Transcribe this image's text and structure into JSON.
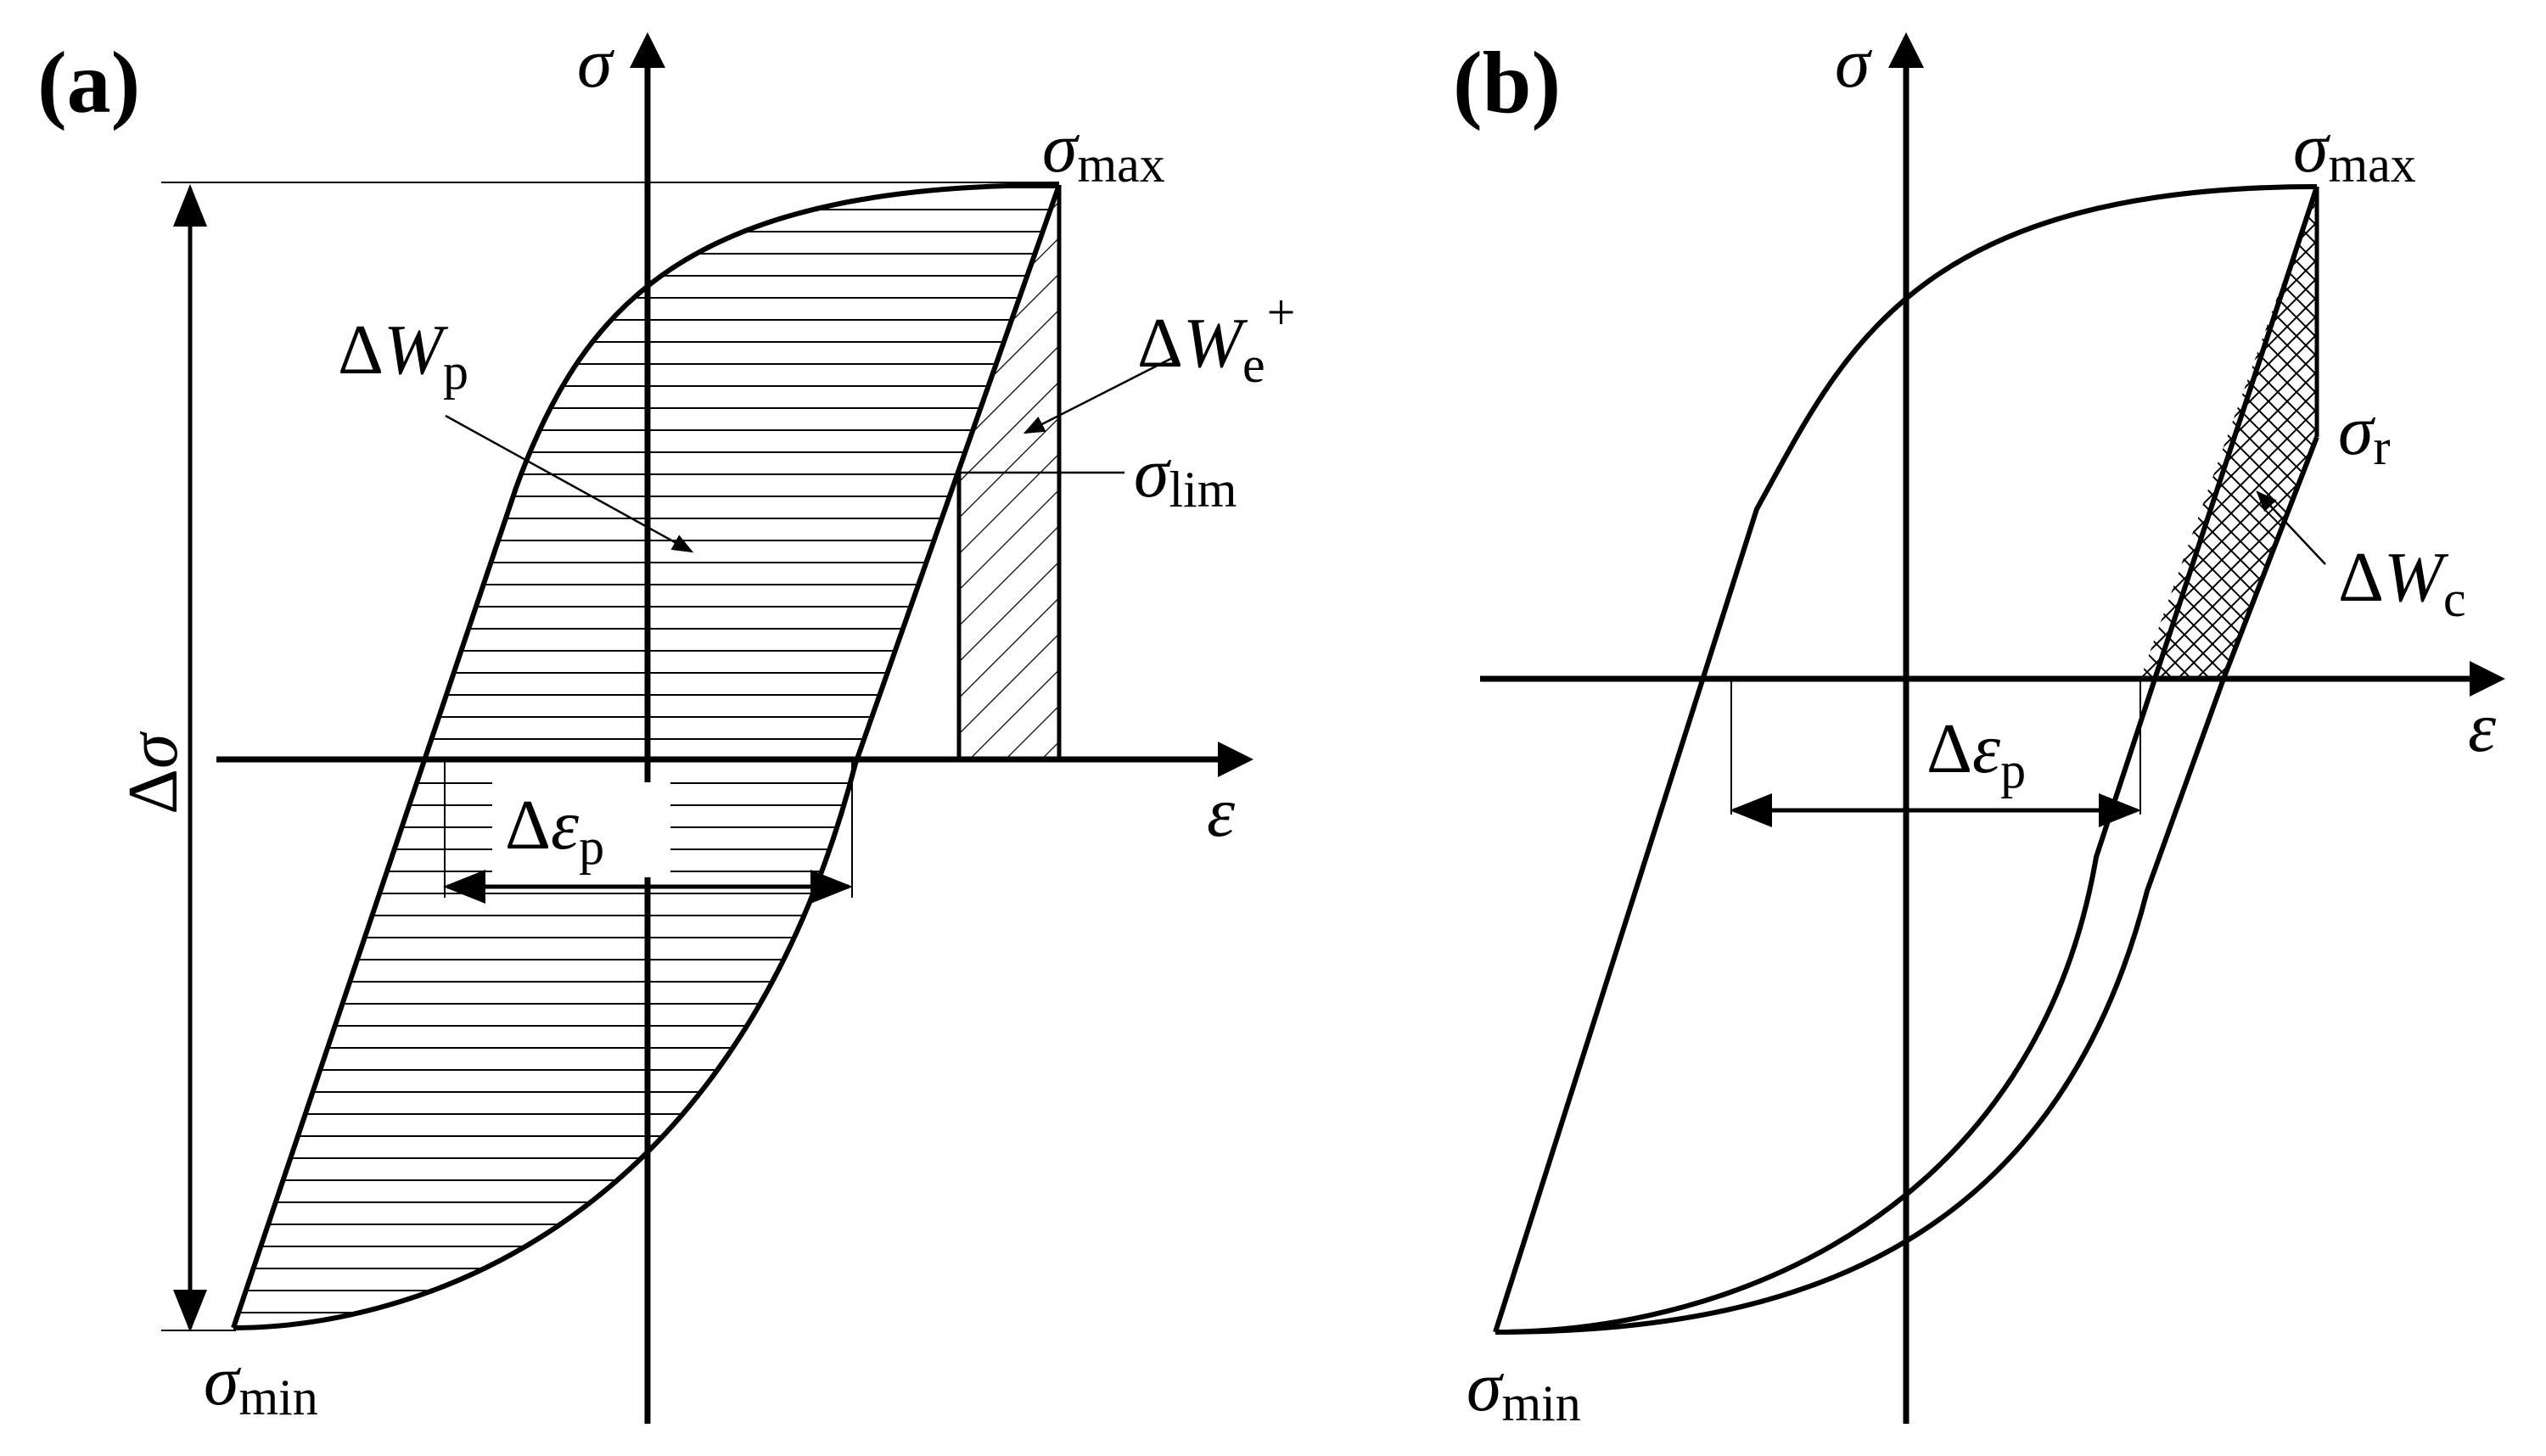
{
  "panel_a": {
    "tag": "(a)",
    "axis_y": "σ",
    "axis_x": "ε",
    "sigma_max": {
      "sym": "σ",
      "sub": "max"
    },
    "sigma_min": {
      "sym": "σ",
      "sub": "min"
    },
    "sigma_lim": {
      "sym": "σ",
      "sub": "lim"
    },
    "delta_sigma": {
      "delta": "Δ",
      "sym": "σ"
    },
    "delta_w_p": {
      "delta": "Δ",
      "sym": "W",
      "sub": "p"
    },
    "delta_w_e_plus": {
      "delta": "Δ",
      "sym": "W",
      "sub": "e",
      "sup": "+"
    },
    "delta_eps_p": {
      "delta": "Δ",
      "sym": "ε",
      "sub": "p"
    }
  },
  "panel_b": {
    "tag": "(b)",
    "axis_y": "σ",
    "axis_x": "ε",
    "sigma_max": {
      "sym": "σ",
      "sub": "max"
    },
    "sigma_min": {
      "sym": "σ",
      "sub": "min"
    },
    "sigma_r": {
      "sym": "σ",
      "sub": "r"
    },
    "delta_w_c": {
      "delta": "Δ",
      "sym": "W",
      "sub": "c"
    },
    "delta_eps_p": {
      "delta": "Δ",
      "sym": "ε",
      "sub": "p"
    }
  }
}
